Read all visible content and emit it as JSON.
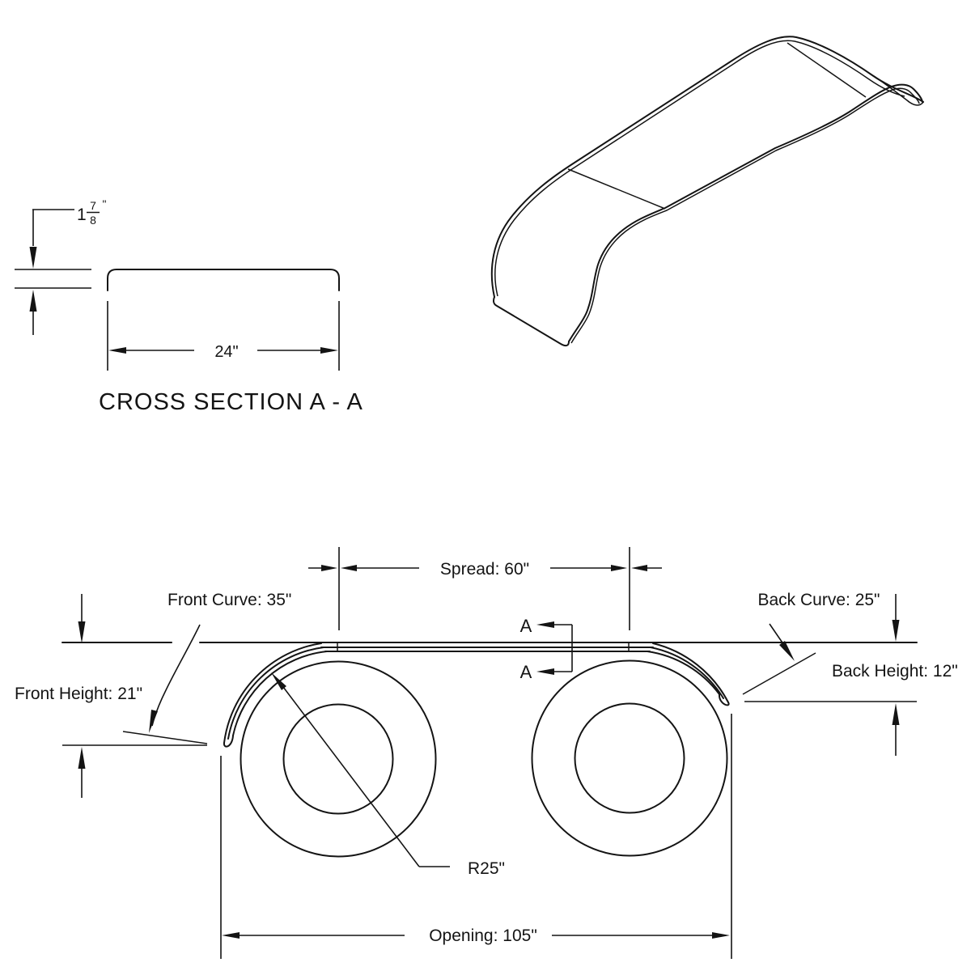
{
  "drawing": {
    "cross_section": {
      "title": "CROSS SECTION A - A",
      "width_dim": "24\"",
      "thickness_whole": "1",
      "thickness_numerator": "7",
      "thickness_denominator": "8",
      "thickness_unit": "\""
    },
    "side_view": {
      "spread_label": "Spread: 60\"",
      "front_curve_label": "Front Curve: 35\"",
      "back_curve_label": "Back Curve: 25\"",
      "front_height_label": "Front Height: 21\"",
      "back_height_label": "Back Height: 12\"",
      "radius_label": "R25\"",
      "opening_label": "Opening: 105\"",
      "section_letter": "A"
    },
    "colors": {
      "line": "#141414",
      "background": "#ffffff"
    }
  }
}
